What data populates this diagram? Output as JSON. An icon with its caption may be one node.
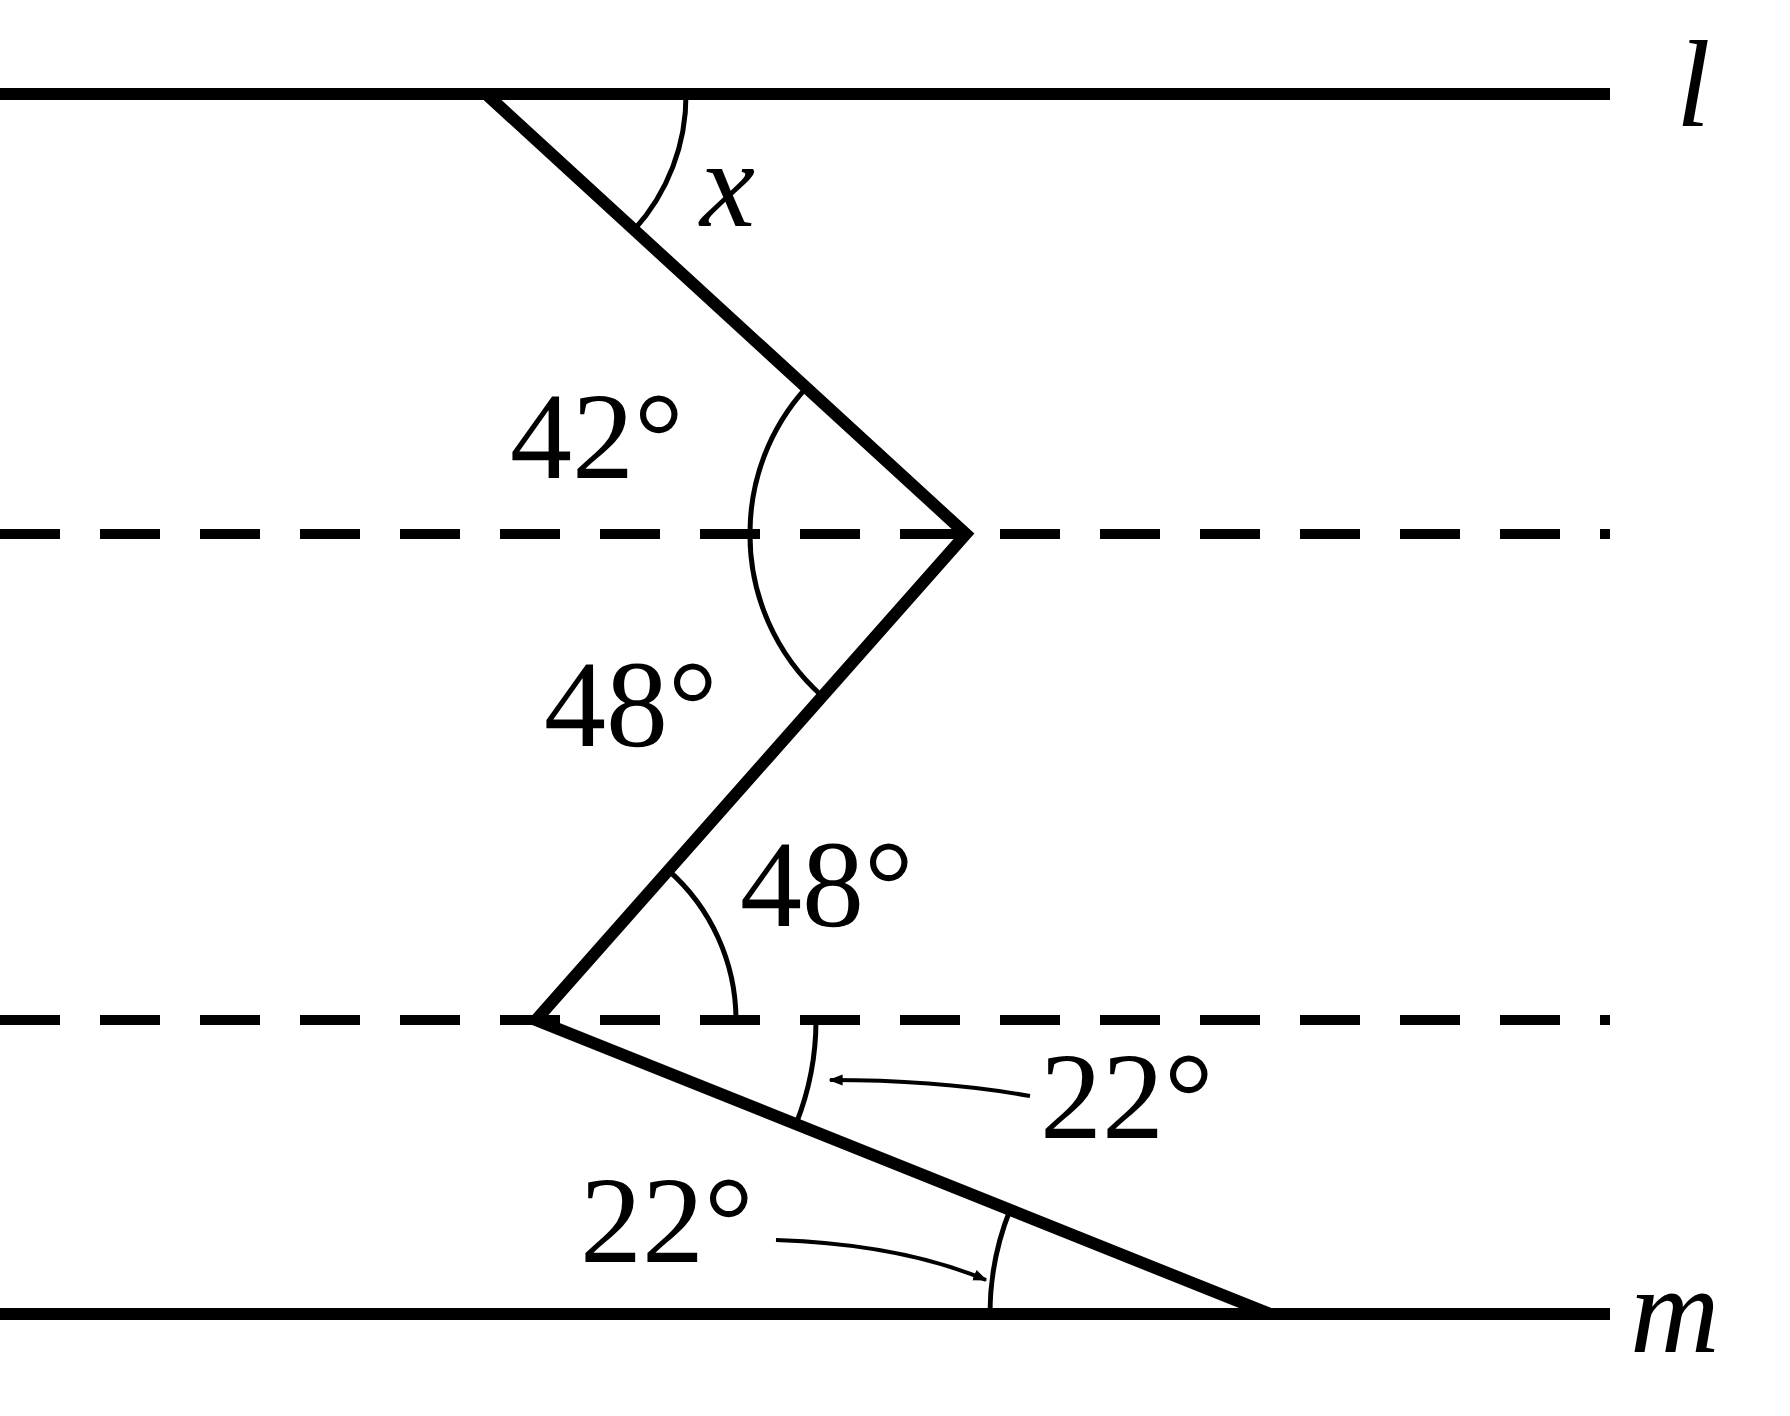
{
  "diagram": {
    "nodes": [
      {
        "text": [
          "22°"
        ]
      },
      {
        "text": [],
        "shape": "arc"
      },
      {
        "text": [
          "22°"
        ]
      },
      {
        "text": [],
        "shape": "arc"
      }
    ],
    "edges": [
      {
        "from": 0,
        "to": 1,
        "arrow": "to"
      },
      {
        "from": 2,
        "to": 3,
        "arrow": "to"
      }
    ],
    "labels": [
      "l",
      "x",
      "42°",
      "48°",
      "48°",
      "m"
    ]
  }
}
